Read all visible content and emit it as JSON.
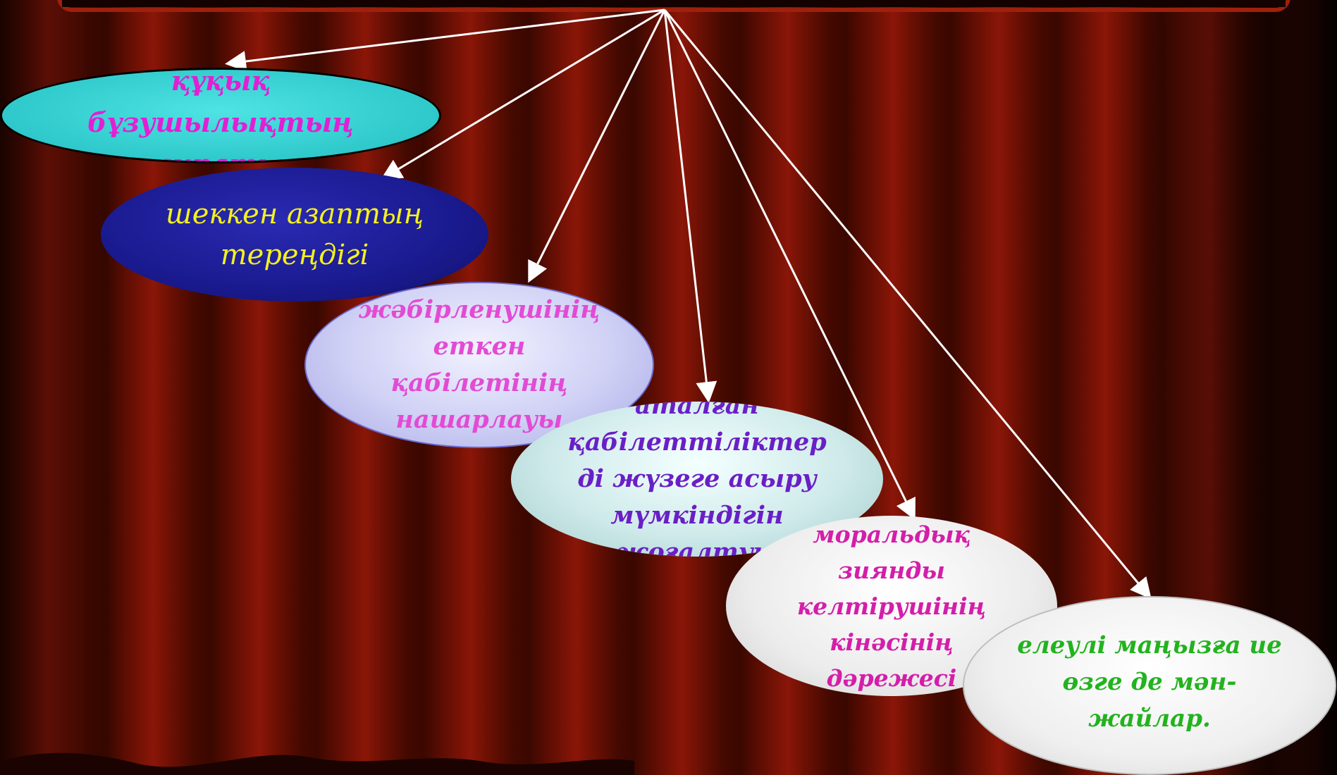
{
  "diagram": {
    "colors": {
      "curtain_dark": "#3a0800",
      "curtain_red": "#7a1205",
      "curtain_highlight": "#9a1e08",
      "frame_border": "#a0200c",
      "arrow": "#ffffff"
    },
    "nodes": [
      {
        "id": "node-1",
        "text": "құқық\nбұзушылықтың\nсипаты",
        "fill": "#2fc9cb",
        "text_color": "#e21fd4"
      },
      {
        "id": "node-2",
        "text": "шеккен азаптың\nтереңдігі",
        "fill": "#1a1a8f",
        "text_color": "#f4f01e"
      },
      {
        "id": "node-3",
        "text": "жәбірленушінің\nеткен\nқабілетінің\nнашарлауы",
        "fill": "#cfd0f5",
        "text_color": "#e24bd4"
      },
      {
        "id": "node-4",
        "text": "аталған\nқабілеттіліктер\nді жүзеге асыру\nмүмкіндігін\nжоғалтуы",
        "fill": "#cfeaea",
        "text_color": "#6a1fc6"
      },
      {
        "id": "node-5",
        "text": "моральдық\nзиянды\nкелтірушінің\nкінәсінің\nдәрежесі",
        "fill": "#ececec",
        "text_color": "#d41eaa"
      },
      {
        "id": "node-6",
        "text": "елеулі маңызға ие\nөзге де мән-\nжайлар.",
        "fill": "#efefef",
        "text_color": "#22b31e"
      }
    ],
    "edges": [
      {
        "from": "top-source",
        "to": "node-1"
      },
      {
        "from": "top-source",
        "to": "node-2"
      },
      {
        "from": "top-source",
        "to": "node-3"
      },
      {
        "from": "top-source",
        "to": "node-4"
      },
      {
        "from": "top-source",
        "to": "node-5"
      },
      {
        "from": "top-source",
        "to": "node-6"
      }
    ]
  }
}
